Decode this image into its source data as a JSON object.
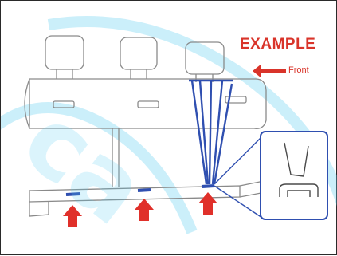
{
  "diagram": {
    "example_label": "EXAMPLE",
    "front_label": "Front"
  },
  "watermark": {
    "text": "ca"
  },
  "colors": {
    "label_red": "#d9342a",
    "arrow_red": "#e0302a",
    "strap_blue": "#2f4fb0",
    "seat_line": "#8a8a8a",
    "watermark_cyan": "#5ccdf0"
  },
  "icons": [
    "front-direction-arrow-icon",
    "anchor-point-arrow-icon",
    "tether-anchor-detail-icon"
  ]
}
